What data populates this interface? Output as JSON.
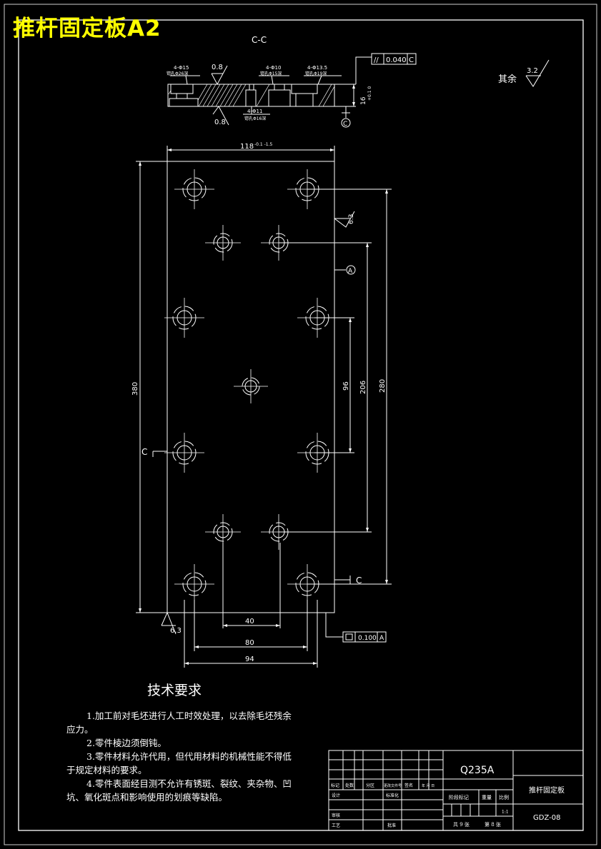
{
  "title": "推杆固定板A2",
  "section": {
    "label": "C-C",
    "dims": {
      "hole1": "4-Φ15",
      "hole1_note": "锪孔Φ26深",
      "hole2": "4-Φ10",
      "hole2_note": "锪孔Φ15深",
      "hole3": "4-Φ13.5",
      "hole3_note": "锪孔Φ19深",
      "hole4": "4-Φ11",
      "hole4_note": "锪孔Φ16深",
      "thickness": "16",
      "thickness_tol": "+0.1 0",
      "rough_top": "0.8",
      "rough_bottom": "0.8",
      "tolerance_symbol": "//",
      "tolerance_value": "0.040",
      "tolerance_datum": "C",
      "datum_c": "C"
    }
  },
  "other_roughness": {
    "label": "其余",
    "value": "3.2"
  },
  "plan": {
    "dim_width": "118",
    "dim_width_tol": "-0.1 -1.5",
    "dim_height": "380",
    "dim_280": "280",
    "dim_206": "206",
    "dim_96": "96",
    "dim_40": "40",
    "dim_80": "80",
    "dim_94": "94",
    "rough_side": "6.3",
    "rough_bottom": "6.3",
    "datum_a": "A",
    "cut_left": "C",
    "cut_right": "C",
    "flatness_value": "0.100",
    "flatness_datum": "A"
  },
  "tech_requirements": {
    "heading": "技术要求",
    "items": [
      "1.加工前对毛坯进行人工时效处理，以去除毛坯残余应力。",
      "2.零件棱边须倒钝。",
      "3.零件材料允许代用，但代用材料的机械性能不得低于规定材料的要求。",
      "4.零件表面经目测不允许有锈斑、裂纹、夹杂物、凹坑、氧化斑点和影响使用的划痕等缺陷。"
    ]
  },
  "title_block": {
    "material": "Q235A",
    "part_name": "推杆固定板",
    "drawing_no": "GDZ-08",
    "scale": "1:1",
    "sheets_total": "共 9 张",
    "sheet_no": "第 8 张",
    "row_labels": [
      "标记",
      "处数",
      "分区",
      "更改文件号",
      "签名",
      "年 月 日"
    ],
    "design": "设计",
    "standard": "标准化",
    "stage": "阶段标记",
    "weight": "重量",
    "ratio": "比例",
    "review": "审核",
    "process": "工艺",
    "approve": "批准"
  }
}
